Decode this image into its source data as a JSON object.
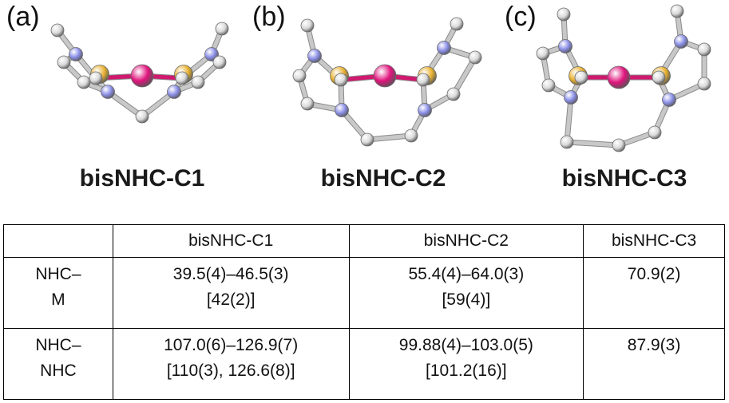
{
  "panels": [
    {
      "label": "(a)",
      "name": "bisNHC-C1"
    },
    {
      "label": "(b)",
      "name": "bisNHC-C2"
    },
    {
      "label": "(c)",
      "name": "bisNHC-C3"
    }
  ],
  "colors": {
    "metal": "#e0147c",
    "carbene_gold": "#e8b130",
    "nitrogen": "#8a8ee6",
    "carbon": "#d9d9d9",
    "bond": "#c8c8c8",
    "metal_bond": "#d0186e"
  },
  "table": {
    "columns": [
      "",
      "bisNHC-C1",
      "bisNHC-C2",
      "bisNHC-C3"
    ],
    "rows": [
      {
        "label_lines": [
          "NHC–",
          "M"
        ],
        "cells": [
          [
            "39.5(4)–46.5(3)",
            "[42(2)]"
          ],
          [
            "55.4(4)–64.0(3)",
            "[59(4)]"
          ],
          [
            "70.9(2)"
          ]
        ]
      },
      {
        "label_lines": [
          "NHC–",
          "NHC"
        ],
        "cells": [
          [
            "107.0(6)–126.9(7)",
            "[110(3), 126.6(8)]"
          ],
          [
            "99.88(4)–103.0(5)",
            "[101.2(16)]"
          ],
          [
            "87.9(3)"
          ]
        ]
      }
    ]
  }
}
